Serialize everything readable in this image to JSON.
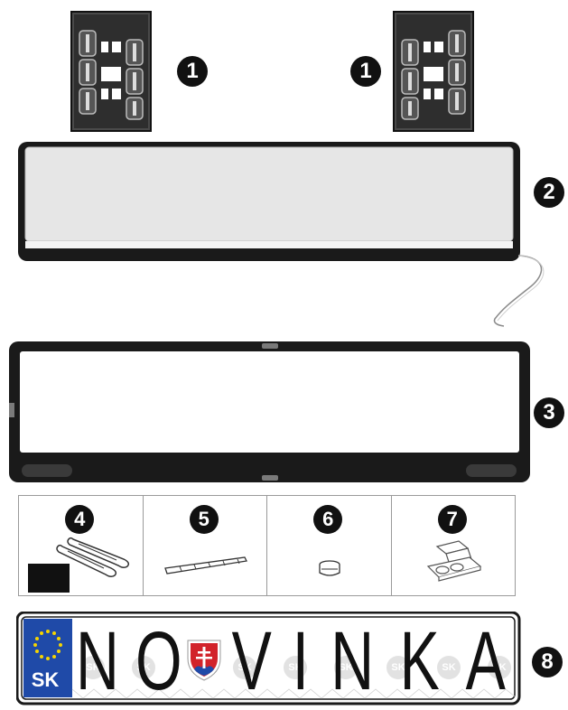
{
  "labels": {
    "clips_left": "1",
    "clips_right": "1",
    "frame_back": "2",
    "frame_front": "3",
    "part_screws": "4",
    "part_strip": "5",
    "part_cap": "6",
    "part_bracket": "7",
    "plate": "8"
  },
  "plate": {
    "country_code": "SK",
    "characters": [
      "N",
      "O",
      "V",
      "I",
      "N",
      "K",
      "A"
    ],
    "watermark": "SK"
  },
  "colors": {
    "frame": "#1a1a1a",
    "eu_blue": "#1f4aa8",
    "eu_star": "#f5d400",
    "crest_red": "#d2232a",
    "crest_blue": "#1f4aa8"
  }
}
